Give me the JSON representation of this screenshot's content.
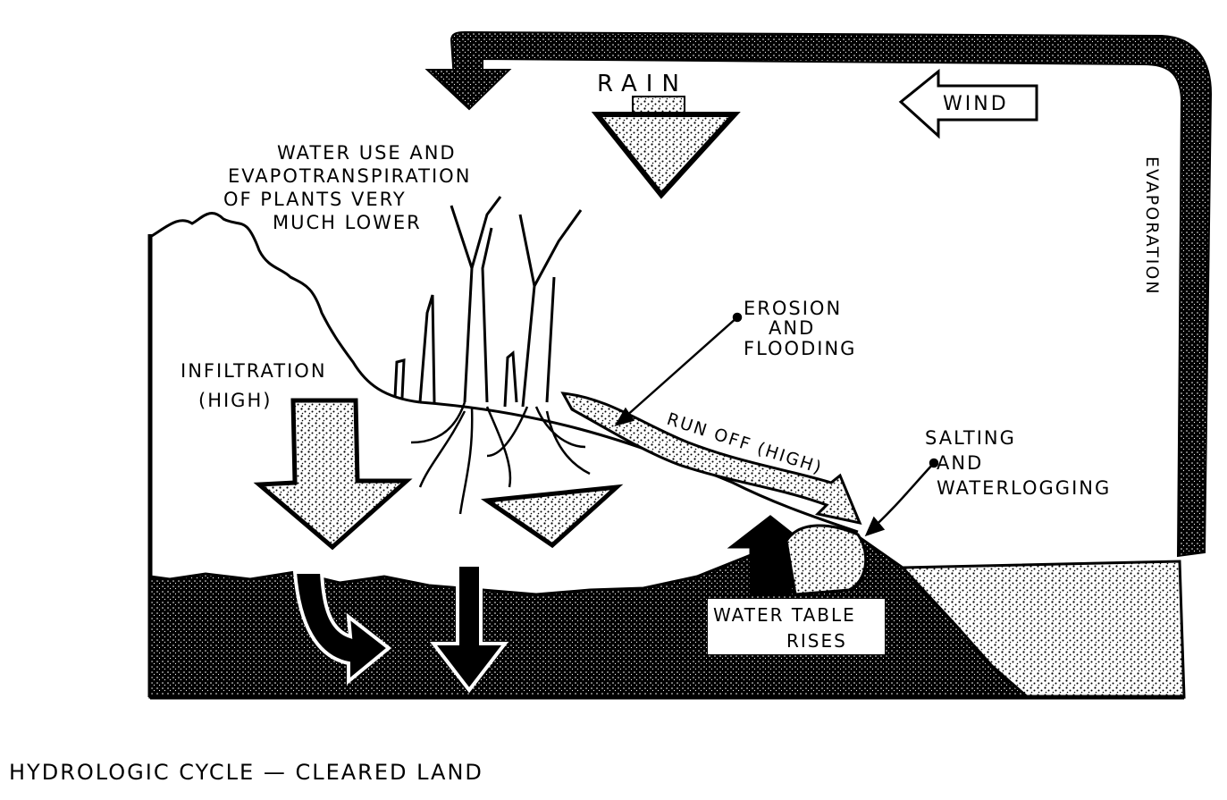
{
  "labels": {
    "rain": "RAIN",
    "wind": "WIND",
    "evaporation": "EVAPORATION",
    "water_use": [
      "WATER USE AND",
      "EVAPOTRANSPIRATION",
      "OF PLANTS VERY",
      "MUCH LOWER"
    ],
    "infiltration": [
      "INFILTRATION",
      "(HIGH)"
    ],
    "erosion": [
      "EROSION",
      "AND",
      "FLOODING"
    ],
    "runoff": "RUN OFF (HIGH)",
    "salting": [
      "SALTING",
      "AND",
      "WATERLOGGING"
    ],
    "water_table": [
      "WATER TABLE",
      "RISES"
    ]
  },
  "caption": "HYDROLOGIC CYCLE — CLEARED LAND"
}
